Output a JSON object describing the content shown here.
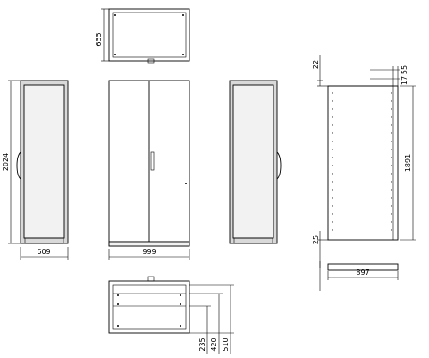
{
  "dimensions": {
    "top_depth": "655",
    "height_total": "2024",
    "side_width": "609",
    "front_width": "999",
    "plate_top_offset": "22",
    "plate_right_a": "55",
    "plate_right_b": "17",
    "plate_height": "1891",
    "plate_bottom_offset": "25",
    "plate_width": "897",
    "base_a": "235",
    "base_b": "420",
    "base_c": "510"
  }
}
